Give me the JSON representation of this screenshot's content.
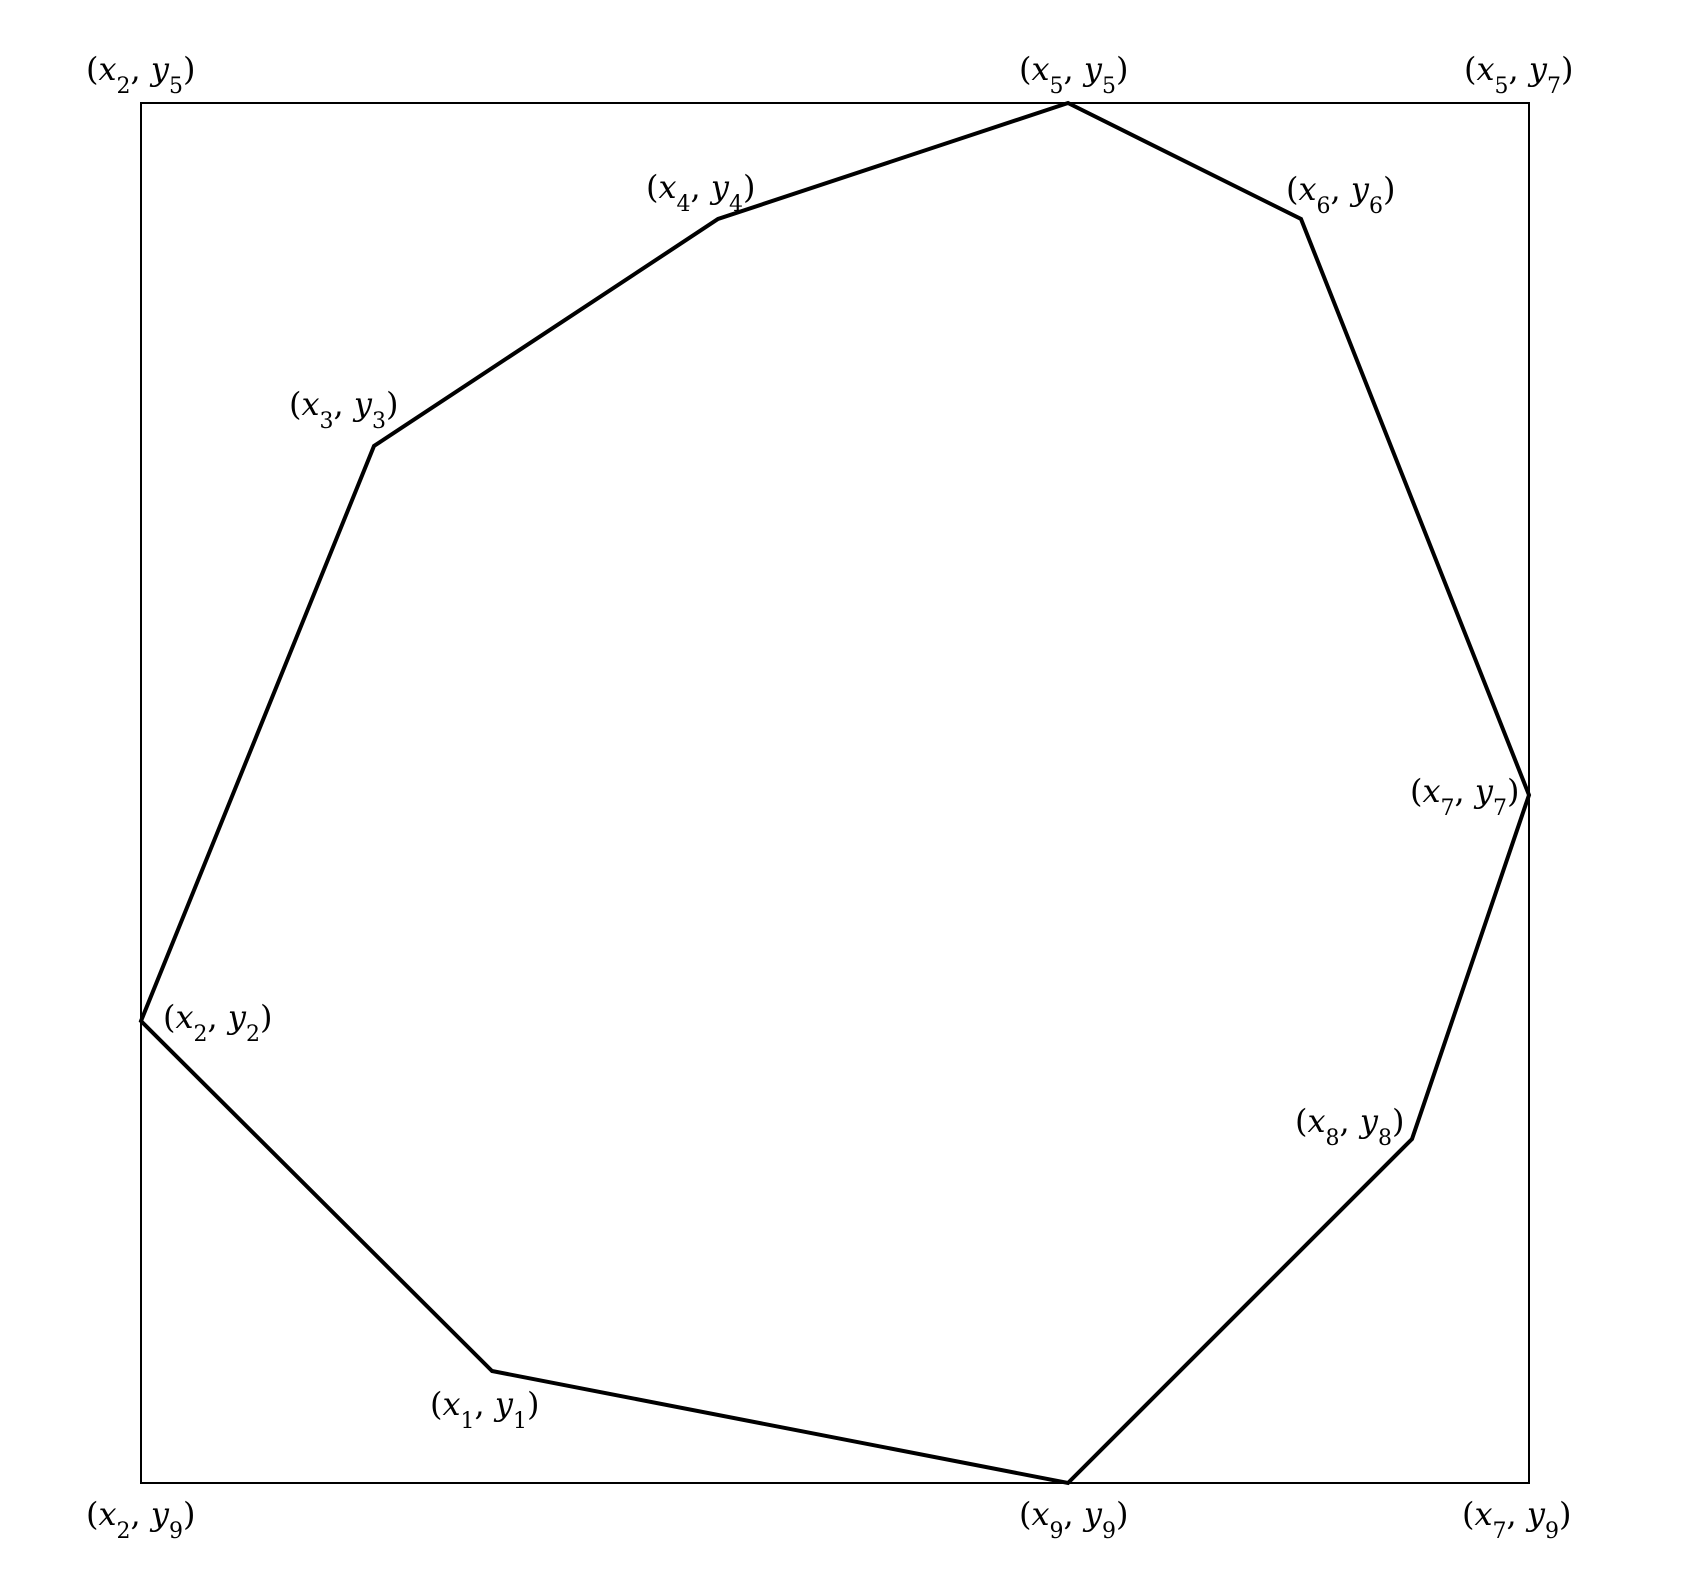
{
  "colors": {
    "stroke": "#000000",
    "background": "#ffffff"
  },
  "polygon_vertices": [
    {
      "id": "p1",
      "x": "x",
      "xs": "1",
      "y": "y",
      "ys": "1"
    },
    {
      "id": "p2",
      "x": "x",
      "xs": "2",
      "y": "y",
      "ys": "2"
    },
    {
      "id": "p3",
      "x": "x",
      "xs": "3",
      "y": "y",
      "ys": "3"
    },
    {
      "id": "p4",
      "x": "x",
      "xs": "4",
      "y": "y",
      "ys": "4"
    },
    {
      "id": "p5",
      "x": "x",
      "xs": "5",
      "y": "y",
      "ys": "5"
    },
    {
      "id": "p6",
      "x": "x",
      "xs": "6",
      "y": "y",
      "ys": "6"
    },
    {
      "id": "p7",
      "x": "x",
      "xs": "7",
      "y": "y",
      "ys": "7"
    },
    {
      "id": "p8",
      "x": "x",
      "xs": "8",
      "y": "y",
      "ys": "8"
    },
    {
      "id": "p9",
      "x": "x",
      "xs": "9",
      "y": "y",
      "ys": "9"
    }
  ],
  "box_corners": [
    {
      "id": "tl",
      "x": "x",
      "xs": "2",
      "y": "y",
      "ys": "5"
    },
    {
      "id": "tr",
      "x": "x",
      "xs": "5",
      "y": "y",
      "ys": "7"
    },
    {
      "id": "bl",
      "x": "x",
      "xs": "2",
      "y": "y",
      "ys": "9"
    },
    {
      "id": "br",
      "x": "x",
      "xs": "7",
      "y": "y",
      "ys": "9"
    }
  ]
}
